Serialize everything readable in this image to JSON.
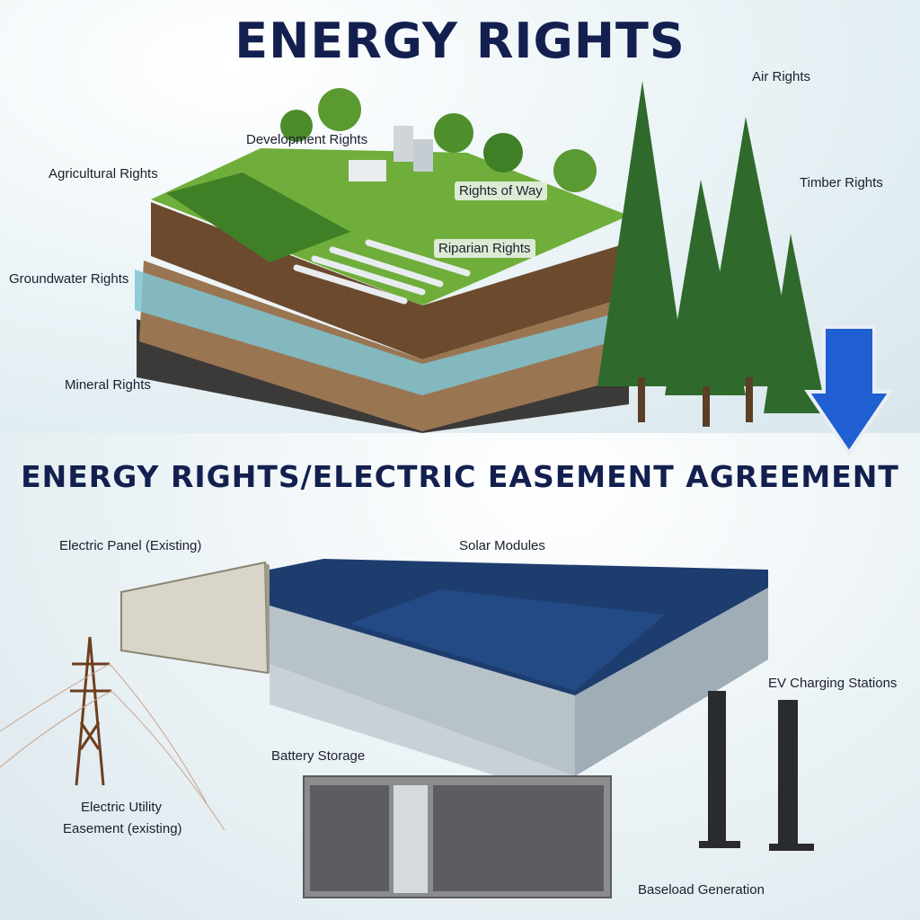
{
  "titles": {
    "main": "ENERGY RIGHTS",
    "sub": "ENERGY RIGHTS/ELECTRIC EASEMENT AGREEMENT"
  },
  "top_labels": {
    "air": "Air Rights",
    "development": "Development Rights",
    "agricultural": "Agricultural Rights",
    "timber": "Timber Rights",
    "rights_of_way": "Rights of Way",
    "riparian": "Riparian Rights",
    "groundwater": "Groundwater Rights",
    "mineral": "Mineral Rights"
  },
  "bottom_labels": {
    "electric_panel": "Electric Panel (Existing)",
    "solar_modules": "Solar Modules",
    "ev_charging": "EV Charging Stations",
    "battery_storage": "Battery Storage",
    "utility_easement_line1": "Electric Utility",
    "utility_easement_line2": "Easement (existing)",
    "baseload": "Baseload Generation"
  },
  "colors": {
    "title": "#13204f",
    "arrow": "#1f5fd1",
    "grass": "#5a9a2e",
    "soil": "#7a5a3a",
    "water": "#6bb8c9",
    "solar": "#1d3d6e",
    "warehouse": "#b7c2c9"
  }
}
